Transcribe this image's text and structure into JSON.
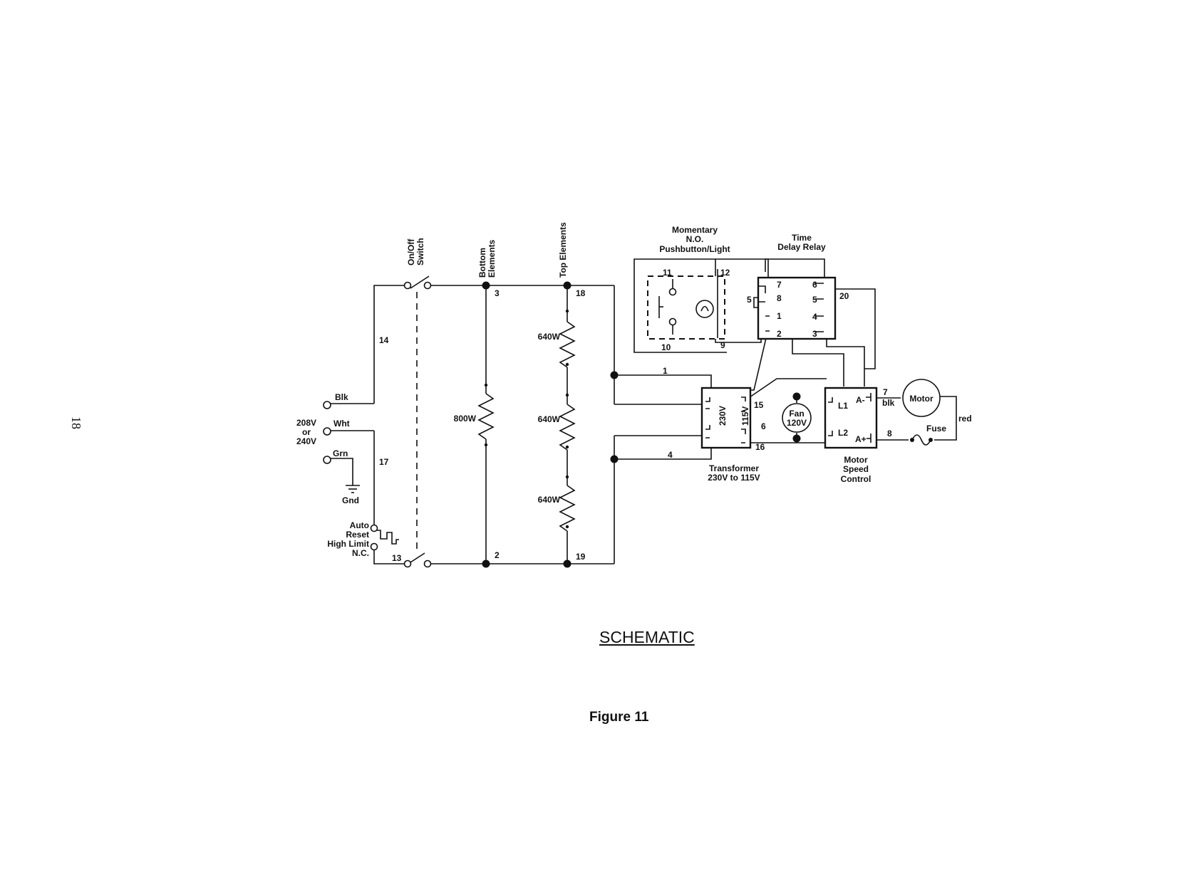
{
  "page": {
    "page_number": "18",
    "title": "SCHEMATIC",
    "figure": "Figure 11"
  },
  "supply": {
    "voltage_1": "208V",
    "voltage_or": "or",
    "voltage_2": "240V",
    "blk": "Blk",
    "wht": "Wht",
    "grn": "Grn",
    "gnd": "Gnd"
  },
  "switch": {
    "line1": "On/Off",
    "line2": "Switch"
  },
  "limit": {
    "line1": "Auto",
    "line2": "Reset",
    "line3": "High Limit",
    "line4": "N.C."
  },
  "bottom_elements": {
    "line1": "Bottom",
    "line2": "Elements",
    "rating": "800W"
  },
  "top_elements": {
    "label": "Top Elements",
    "rating_1": "640W",
    "rating_2": "640W",
    "rating_3": "640W"
  },
  "pushbutton": {
    "line1": "Momentary",
    "line2": "N.O.",
    "line3": "Pushbutton/Light"
  },
  "relay": {
    "line1": "Time",
    "line2": "Delay Relay"
  },
  "transformer": {
    "primary": "230V",
    "secondary": "115V",
    "line1": "Transformer",
    "line2": "230V to 115V"
  },
  "fan": {
    "line1": "Fan",
    "line2": "120V"
  },
  "speed_control": {
    "line1": "Motor",
    "line2": "Speed",
    "line3": "Control",
    "l1": "L1",
    "l2": "L2",
    "a_minus": "A-",
    "a_plus": "A+"
  },
  "motor": {
    "label": "Motor",
    "blk": "blk",
    "red": "red"
  },
  "fuse": {
    "label": "Fuse"
  },
  "wires": {
    "w1": "1",
    "w2": "2",
    "w3": "3",
    "w4": "4",
    "w6": "6",
    "w7": "7",
    "w8": "8",
    "w9": "9",
    "w10": "10",
    "w11": "11",
    "w12": "12",
    "w13": "13",
    "w14": "14",
    "w15": "15",
    "w16": "16",
    "w17": "17",
    "w18": "18",
    "w19": "19",
    "w20": "20"
  },
  "relay_pins": {
    "p7": "7",
    "p8": "8",
    "p5": "5",
    "p1": "1",
    "p2": "2",
    "p6": "6",
    "p5r": "5",
    "p4": "4",
    "p3": "3"
  }
}
